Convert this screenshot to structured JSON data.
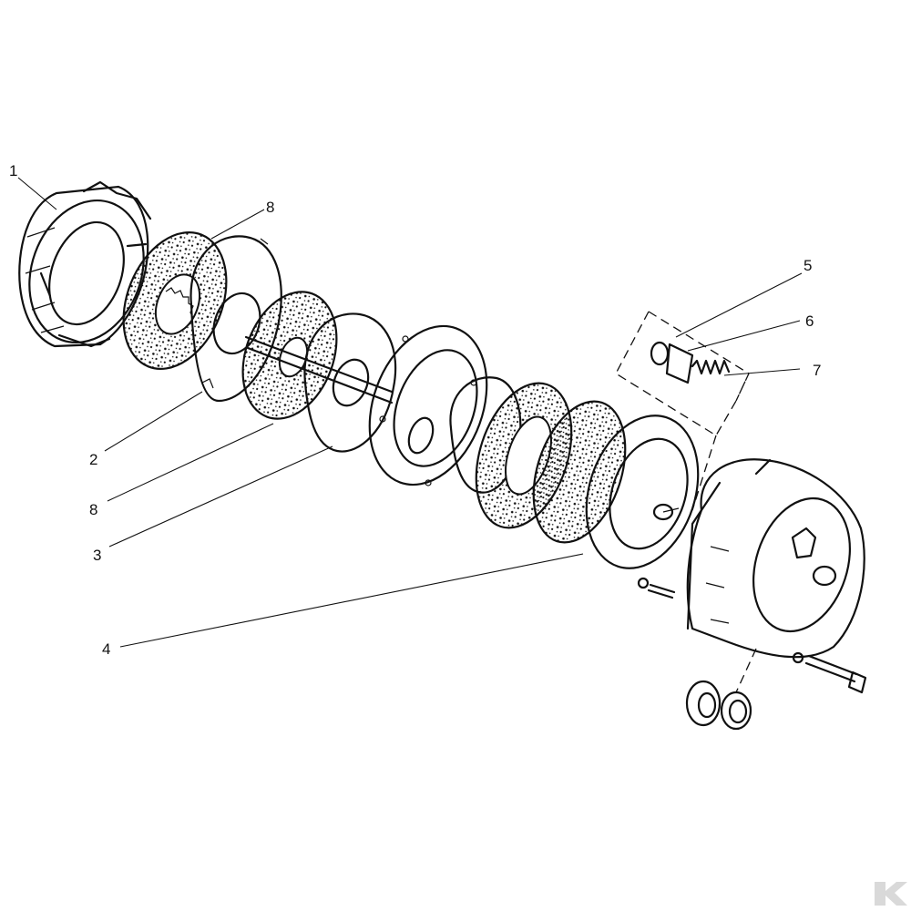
{
  "callouts": [
    {
      "id": "c1",
      "label": "1"
    },
    {
      "id": "c8a",
      "label": "8"
    },
    {
      "id": "c5",
      "label": "5"
    },
    {
      "id": "c6",
      "label": "6"
    },
    {
      "id": "c7",
      "label": "7"
    },
    {
      "id": "c2",
      "label": "2"
    },
    {
      "id": "c8b",
      "label": "8"
    },
    {
      "id": "c3",
      "label": "3"
    },
    {
      "id": "c4",
      "label": "4"
    }
  ],
  "colors": {
    "ink": "#111111",
    "paper": "#ffffff",
    "watermark": "#d9d9d9"
  },
  "watermark_icon": "brand-k-logo"
}
